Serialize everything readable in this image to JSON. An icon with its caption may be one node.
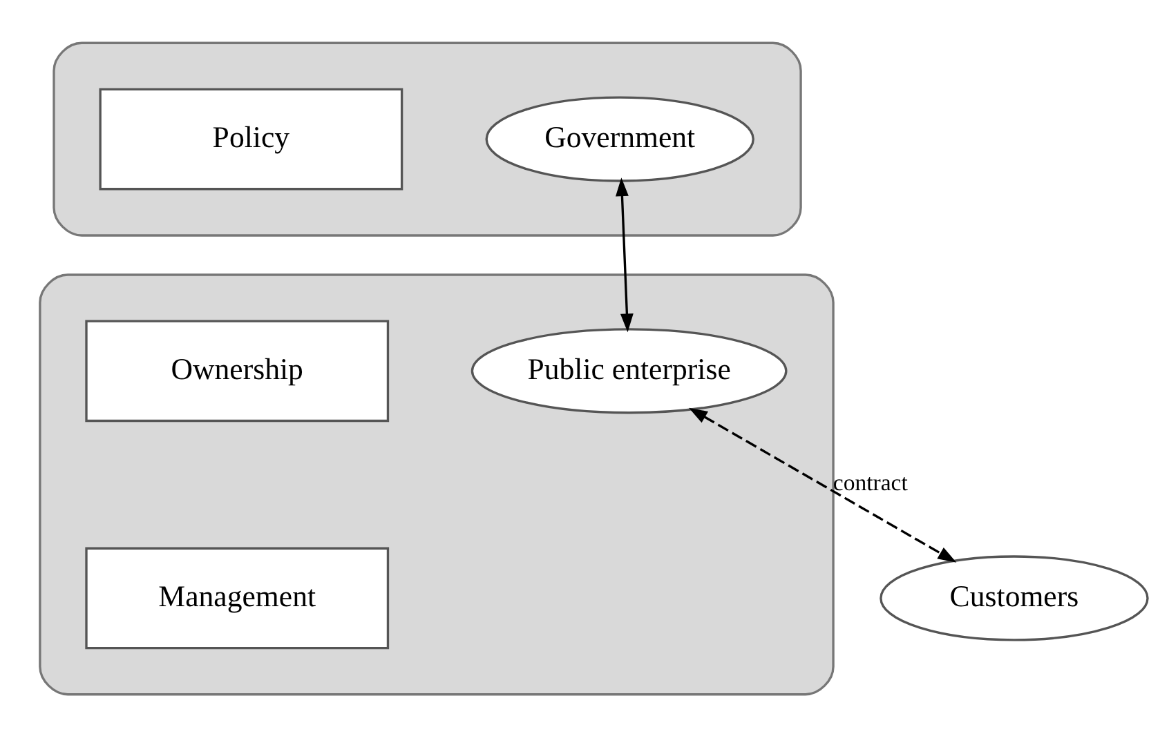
{
  "diagram": {
    "nodes": [
      {
        "text": [],
        "shape": "box"
      },
      {
        "text": [
          "Policy"
        ],
        "in": 0
      },
      {
        "text": [
          "Government"
        ],
        "in": 0
      },
      {
        "text": [],
        "shape": "box"
      },
      {
        "text": [
          "Ownership"
        ],
        "in": 3
      },
      {
        "text": [
          "Management"
        ],
        "in": 3
      },
      {
        "text": [
          "Public enterprise"
        ],
        "in": 3
      },
      {
        "text": [
          "Customers"
        ]
      }
    ],
    "edges": [
      {
        "from": 2,
        "to": 6,
        "arrow": "both"
      },
      {
        "from": 6,
        "to": 7,
        "arrow": "both",
        "style": "dashed",
        "label": "contract"
      }
    ]
  }
}
